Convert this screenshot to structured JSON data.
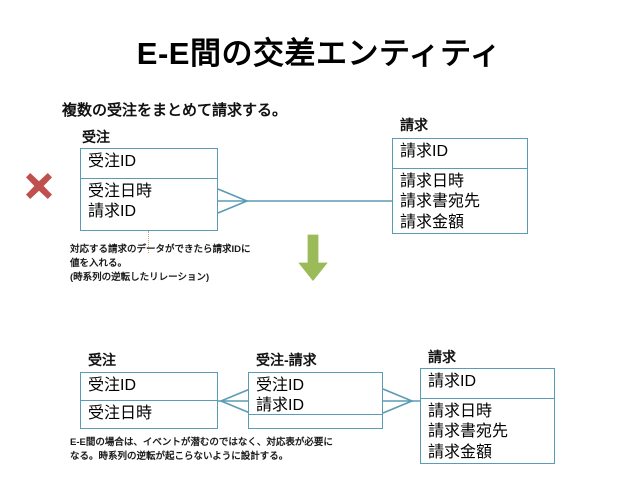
{
  "slide": {
    "title": "E-E間の交差エンティティ",
    "background_color": "#ffffff",
    "entity_border_color": "#5b9bb5",
    "x_mark_color": "#c0504d",
    "arrow_color": "#9bbb59"
  },
  "top_section": {
    "lead_text": "複数の受注をまとめて請求する。",
    "left_entity": {
      "caption": "受注",
      "pk": [
        "受注ID"
      ],
      "attributes": [
        "受注日時",
        "請求ID"
      ]
    },
    "right_entity": {
      "caption": "請求",
      "pk": [
        "請求ID"
      ],
      "attributes": [
        "請求日時",
        "請求書宛先",
        "請求金額"
      ]
    },
    "note_lines": [
      "対応する請求のデータができたら請求IDに",
      "値を入れる。",
      "(時系列の逆転したリレーション)"
    ],
    "x_mark": "x-mark-icon",
    "relation": "crow-foot-right"
  },
  "transition": {
    "arrow": "down-arrow-icon"
  },
  "bottom_section": {
    "left_entity": {
      "caption": "受注",
      "pk": [
        "受注ID"
      ],
      "attributes": [
        "受注日時"
      ]
    },
    "middle_entity": {
      "caption": "受注-請求",
      "pk": [
        "受注ID",
        "請求ID"
      ],
      "attributes": [
        ""
      ]
    },
    "right_entity": {
      "caption": "請求",
      "pk": [
        "請求ID"
      ],
      "attributes": [
        "請求日時",
        "請求書宛先",
        "請求金額"
      ]
    },
    "note_lines": [
      "E-E間の場合は、イベントが潜むのではなく、対応表が必要に",
      "なる。時系列の逆転が起こらないように設計する。"
    ],
    "relation_left": "crow-foot-left",
    "relation_right": "crow-foot-right"
  }
}
